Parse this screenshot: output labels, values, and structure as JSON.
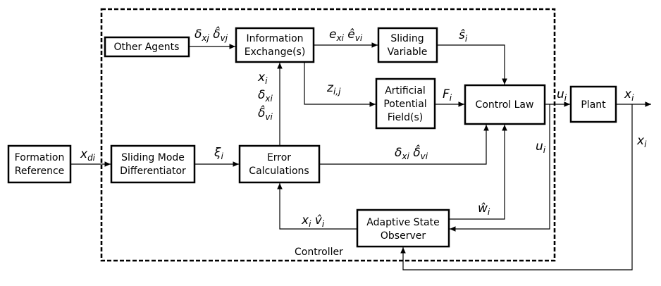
{
  "frame_label": "Controller",
  "blocks": {
    "formation_reference": [
      "Formation",
      "Reference"
    ],
    "sliding_mode_differentiator": [
      "Sliding Mode",
      "Differentiator"
    ],
    "error_calculations": [
      "Error",
      "Calculations"
    ],
    "other_agents": [
      "Other Agents"
    ],
    "information_exchange": [
      "Information",
      "Exchange(s)"
    ],
    "sliding_variable": [
      "Sliding",
      "Variable"
    ],
    "artificial_potential_field": [
      "Artificial",
      "Potential",
      "Field(s)"
    ],
    "control_law": [
      "Control Law"
    ],
    "plant": [
      "Plant"
    ],
    "adaptive_state_observer": [
      "Adaptive State",
      "Observer"
    ]
  },
  "signals": {
    "x_di": "x_di",
    "xi_i": "ξ_i",
    "delta_xj_hat_delta_vj": "δ_xj δ̂_vj",
    "e_xi_hat_e_vi": "e_xi ê_vi",
    "hat_s_i": "ŝ_i",
    "z_ij": "z_i,j",
    "x_i_delta_xi_hat_delta_vi": "x_i δ_xi δ̂_vi",
    "F_i": "F_i",
    "delta_xi_hat_delta_vi": "δ_xi δ̂_vi",
    "u_i_out": "u_i",
    "x_i_out": "x_i",
    "u_i_feedback": "u_i",
    "x_i_feedback": "x_i",
    "hat_w_i": "ŵ_i",
    "x_i_hat_v_i": "x_i v̂_i"
  }
}
